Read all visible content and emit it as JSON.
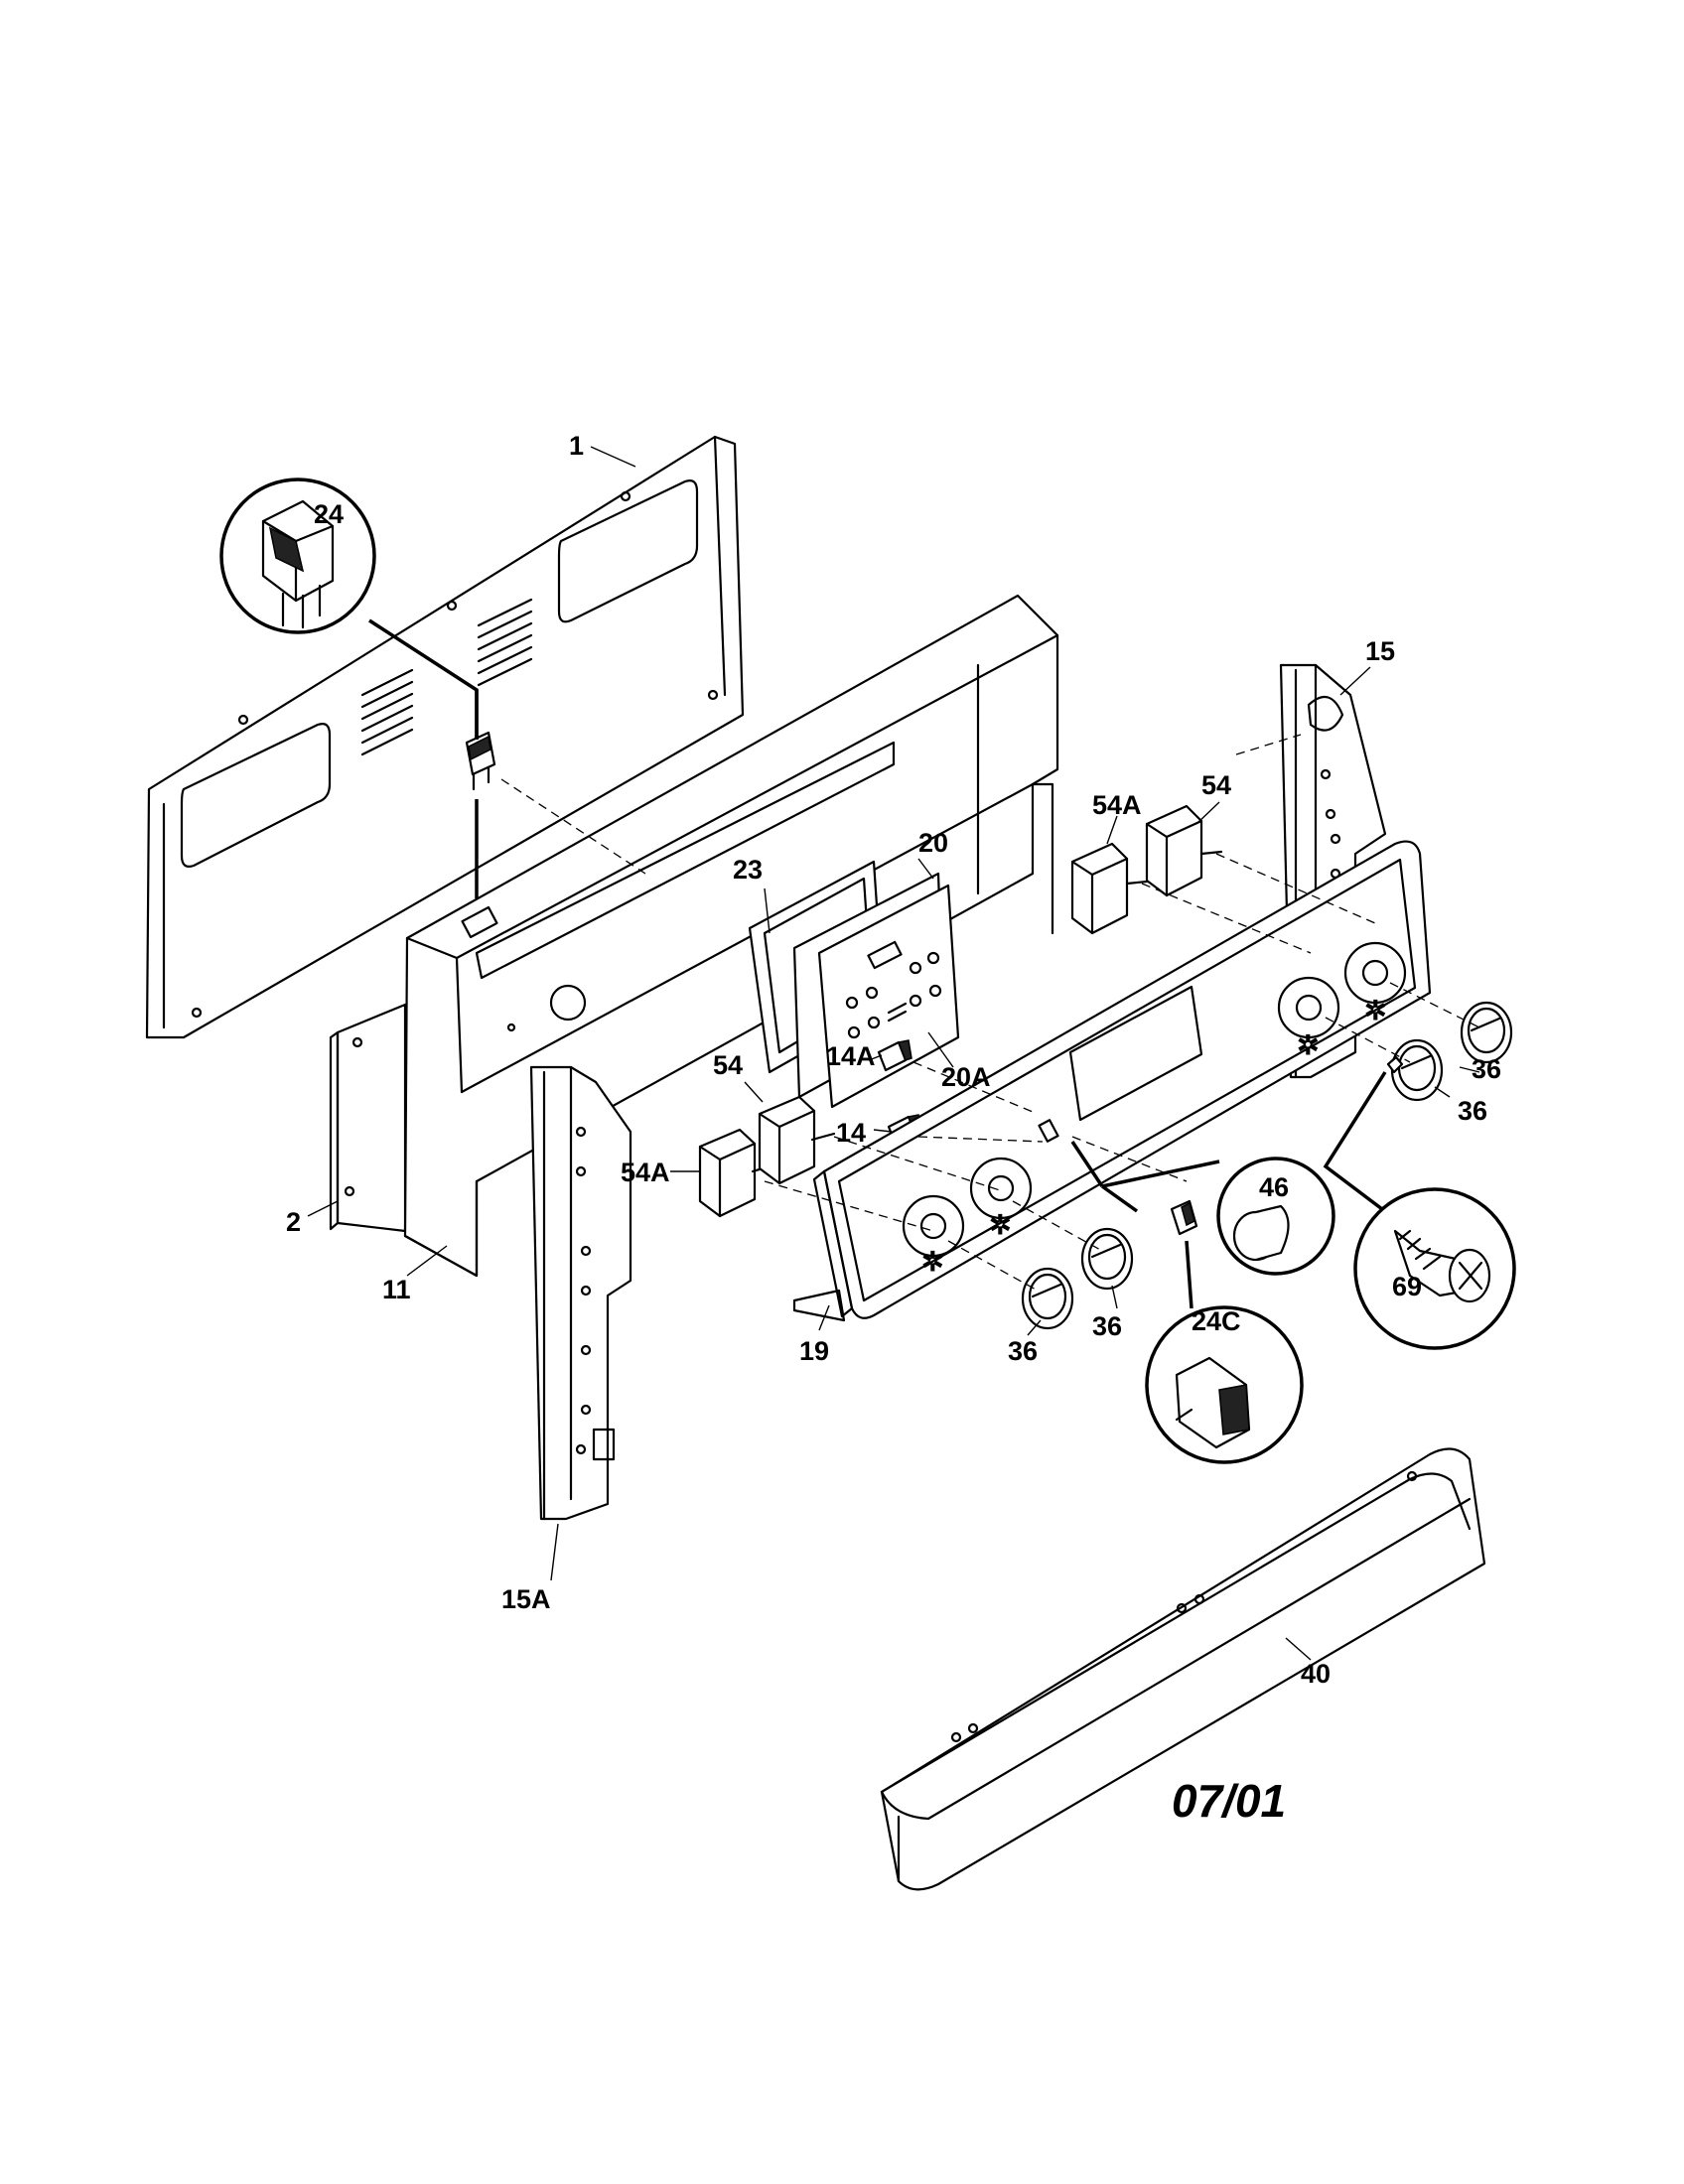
{
  "diagram": {
    "date_code": "07/01",
    "part_labels": {
      "p1": "1",
      "p2": "2",
      "p11": "11",
      "p14": "14",
      "p14a": "14A",
      "p15": "15",
      "p15a": "15A",
      "p19": "19",
      "p20": "20",
      "p20a": "20A",
      "p23": "23",
      "p24": "24",
      "p24c": "24C",
      "p36a": "36",
      "p36b": "36",
      "p36c": "36",
      "p36d": "36",
      "p40": "40",
      "p46": "46",
      "p54_left": "54",
      "p54_right": "54",
      "p54a_left": "54A",
      "p54a_right": "54A",
      "p69": "69"
    }
  }
}
